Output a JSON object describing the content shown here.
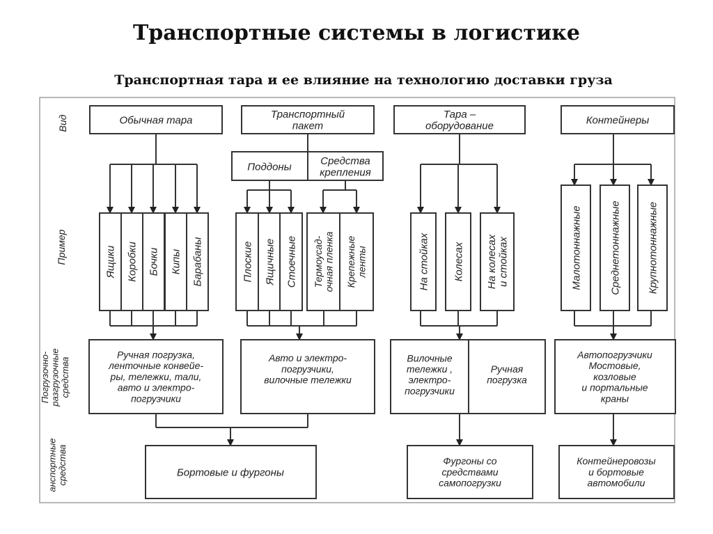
{
  "title": "Транспортные системы в логистике",
  "subtitle": "Транспортная тара и ее влияние на технологию доставки груза",
  "row_labels": {
    "vid": "Вид",
    "primer": "Пример",
    "loading": [
      "Погрузочно-",
      "разгрузочные",
      "средства"
    ],
    "transport": [
      "анспортные",
      "средства"
    ]
  },
  "groups": {
    "obychnaya": {
      "type": "Обычная тара",
      "examples": [
        "Ящики",
        "Коробки",
        "Бочки",
        "Кипы",
        "Барабаны"
      ],
      "loading": [
        "Ручная погрузка,",
        "ленточные конвейе-",
        "ры, тележки, тали,",
        "авто и электро-",
        "погрузчики"
      ]
    },
    "paket": {
      "type": [
        "Транспортный",
        "пакет"
      ],
      "sub_a": "Поддоны",
      "sub_b": [
        "Средства",
        "крепления"
      ],
      "examples_a": [
        "Плоские",
        "Ящичные",
        "Стоечные"
      ],
      "examples_b": [
        [
          "Термоусад-",
          "очная пленка"
        ],
        [
          "Крепежные",
          "ленты"
        ]
      ],
      "loading": [
        "Авто и электро-",
        "погрузчики,",
        "вилочные тележки"
      ]
    },
    "shared_transport": "Бортовые и фургоны",
    "oborudovanie": {
      "type": [
        "Тара –",
        "оборудование"
      ],
      "examples": [
        [
          "На стойках"
        ],
        [
          "Колесах"
        ],
        [
          "На колесах",
          "и стойках"
        ]
      ],
      "loading_a": [
        "Вилочные",
        "тележки ,",
        "электро-",
        "погрузчики"
      ],
      "loading_b": [
        "Ручная",
        "погрузка"
      ],
      "transport": [
        "Фургоны со",
        "средствами",
        "самопогрузки"
      ]
    },
    "konteinery": {
      "type": "Контейнеры",
      "examples": [
        "Малотоннажные",
        "Среднетоннажные",
        "Крупнотоннажные"
      ],
      "loading": [
        "Автопогрузчики",
        "Мостовые,",
        "козловые",
        "и портальные",
        "краны"
      ],
      "transport": [
        "Контейнеровозы",
        "и бортовые",
        "автомобили"
      ]
    }
  }
}
